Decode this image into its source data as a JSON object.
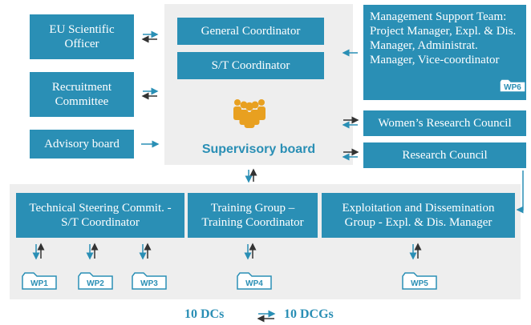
{
  "left_boxes": {
    "eu_officer": "EU Scientific Officer",
    "recruitment": "Recruitment Committee",
    "advisory": "Advisory board"
  },
  "supervisory": {
    "general": "General Coordinator",
    "st": "S/T Coordinator",
    "label": "Supervisory board",
    "icon": "people-group-icon"
  },
  "right_boxes": {
    "management": "Management Support Team: Project Manager, Expl. & Dis. Manager, Administrat. Manager, Vice-coordinator",
    "management_wp": "WP6",
    "womens": "Women’s Research Council",
    "research": "Research Council"
  },
  "groups": {
    "technical": "Technical Steering Commit. - S/T Coordinator",
    "training": "Training Group – Training Coordinator",
    "exploitation": "Exploitation and Dissemination Group - Expl. & Dis. Manager"
  },
  "work_packages": [
    "WP1",
    "WP2",
    "WP3",
    "WP4",
    "WP5"
  ],
  "footer": {
    "dcs": "10 DCs",
    "dcgs": "10 DCGs"
  },
  "colors": {
    "primary": "#2a8fb5",
    "arrow_dark": "#333333",
    "panel": "#eeeeee",
    "icon": "#e8a020"
  }
}
